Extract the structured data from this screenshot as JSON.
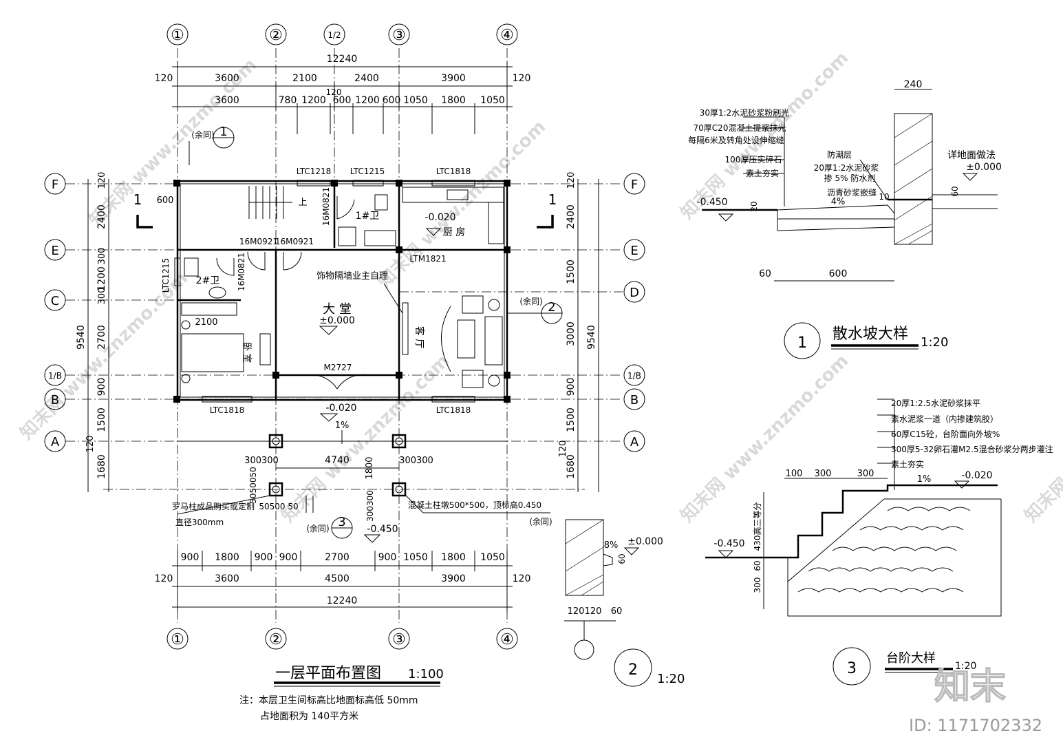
{
  "plan": {
    "title": "一层平面布置图",
    "scale": "1:100",
    "note_line1": "注：本层卫生间标高比地面标高低 50mm",
    "note_line2": "占地面积为  140平方米",
    "axes_vertical": [
      "①",
      "②",
      "1/2",
      "③",
      "④"
    ],
    "axes_horizontal": [
      "F",
      "E",
      "C",
      "1/B",
      "B",
      "A",
      "D"
    ],
    "dim_total": "12240",
    "dim_top_row1": [
      "120",
      "3600",
      "2100",
      "2400",
      "3900",
      "120"
    ],
    "dim_top_row2": [
      "3600",
      "780",
      "1200",
      "600",
      "1200",
      "600",
      "1050",
      "1800",
      "1050"
    ],
    "dim_top_row2_extra": "120",
    "dim_bottom_row1": [
      "900",
      "1800",
      "900",
      "900",
      "2700",
      "900",
      "1050",
      "1800",
      "1050"
    ],
    "dim_bottom_row2": [
      "120",
      "3600",
      "4500",
      "3900",
      "120"
    ],
    "dim_left": [
      "120",
      "2400",
      "300",
      "1200",
      "300",
      "2700",
      "900",
      "1500",
      "120",
      "1680"
    ],
    "dim_left_total": "9540",
    "dim_right": [
      "120",
      "2400",
      "1500",
      "3000",
      "900",
      "1500",
      "120",
      "1680"
    ],
    "dim_right_total": "9540",
    "windows": [
      "LTC1218",
      "LTC1215",
      "LTC1818",
      "LTC1215",
      "LTC1818",
      "LTC1818",
      "LTM1821"
    ],
    "doors": [
      "16M0821",
      "16M0921",
      "16M0921",
      "16M0821",
      "M2727"
    ],
    "rooms": {
      "bath1": "1#卫",
      "kitchen": "厨 房",
      "kitchen_level": "-0.020",
      "bath2": "2#卫",
      "hall": "大 堂",
      "hall_level": "±0.000",
      "living": "客 厅",
      "bedroom": "卧 室",
      "stair_up": "上",
      "bed_dim": "2100"
    },
    "annotations": {
      "partition": "饰物隔墙业主自理",
      "same1": "(余同)",
      "same2": "(余同)",
      "same3": "(余同)",
      "same4": "(余同)",
      "porch_level": "-0.020",
      "porch_slope": "1%",
      "step_level": "-0.450",
      "porch_width": "4740",
      "porch_depth": "1800",
      "col_sizes": "300300",
      "roman_col": "罗马柱成品购买或定制",
      "roman_col2": "直径300mm",
      "concrete_col": "混凝土柱墩500*500，顶标高0.450",
      "col_dims": "50500 50",
      "col_dims_v": "5050050",
      "col_dims_v2": "300300",
      "section_mark": "1",
      "dim_600": "600"
    }
  },
  "detail1": {
    "title": "散水坡大样",
    "scale": "1:20",
    "num": "1",
    "layers": [
      "30厚1:2水泥砂浆粉刷光",
      "70厚C20混凝土提浆抹光",
      "每隔6米及转角处设伸缩缝",
      "100厚压实碎石",
      "素土夯实"
    ],
    "dampproof": "防潮层",
    "dampproof2": "20厚1:2水泥砂浆",
    "dampproof3": "掺 5% 防水剂",
    "asphalt": "沥青砂浆嵌缝",
    "slope": "4%",
    "floor": "详地面做法",
    "level0": "±0.000",
    "level1": "-0.450",
    "dim_240": "240",
    "dim_60": "60",
    "dim_600": "600",
    "dim_60b": "60",
    "dim_10": "10",
    "dim_20": "20"
  },
  "detail2": {
    "num": "2",
    "scale": "1:20",
    "slope": "8%",
    "level": "±0.000",
    "dims": [
      "120",
      "120",
      "60"
    ],
    "dim_60": "60"
  },
  "detail3": {
    "title": "台阶大样",
    "scale": "1:20",
    "num": "3",
    "layers": [
      "20厚1:2.5水泥砂浆抹平",
      "素水泥浆一道（内掺建筑胶）",
      "60厚C15砼，台阶面向外坡%",
      "300厚5-32卵石灌M2.5混合砂浆分两步灌注",
      "素土夯实"
    ],
    "dims_top": [
      "100",
      "300",
      "300"
    ],
    "slope": "1%",
    "level_top": "-0.020",
    "level_bottom": "-0.450",
    "rise": "430高三等分",
    "dims_left": [
      "300",
      "60"
    ]
  },
  "watermark": {
    "text": "知末网 www.znzmo.com",
    "logo": "知末",
    "id": "ID: 1171702332"
  }
}
